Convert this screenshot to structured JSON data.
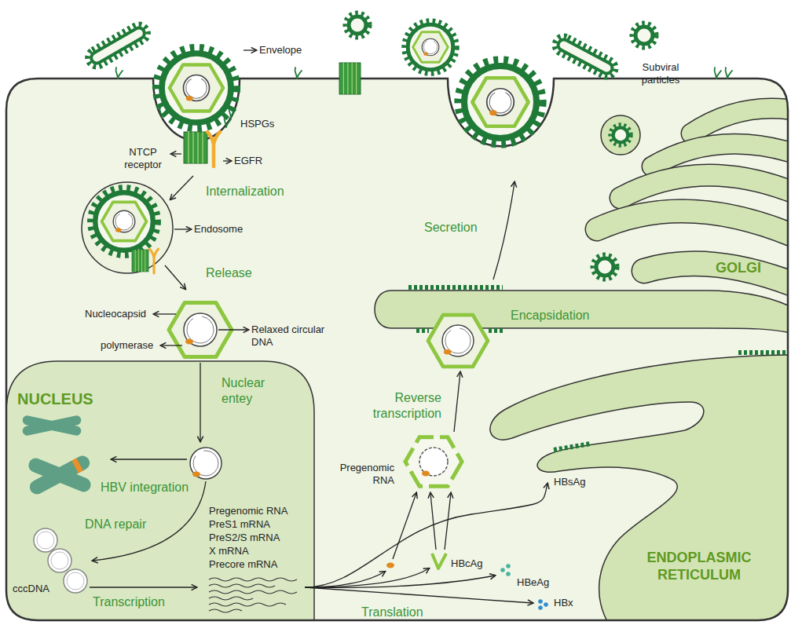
{
  "diagram": {
    "nodes": [
      {
        "text": [
          "GOLGI"
        ]
      },
      {
        "text": [
          "NUCLEUS"
        ]
      },
      {
        "text": [
          "ENDOPLASMIC RETICULUM"
        ]
      }
    ],
    "labels": [
      "Envelope",
      "Subviral particles",
      "HSPGs",
      "NTCP receptor",
      "EGFR",
      "Internalization",
      "Endosome",
      "Secretion",
      "Release",
      "Nucleocapsid",
      "Encapsidation",
      "Relaxed circular DNA",
      "polymerase",
      "Nuclear entey",
      "Reverse transcription",
      "Pregenomic RNA",
      "HBsAg",
      "HBV integration",
      "Pregenomic RNA",
      "PreS1 mRNA",
      "PreS2/S mRNA",
      "X mRNA",
      "Precore mRNA",
      "DNA repair",
      "HBcAg",
      "HBeAg",
      "cccDNA",
      "Transcription",
      "HBx",
      "Translation"
    ]
  }
}
